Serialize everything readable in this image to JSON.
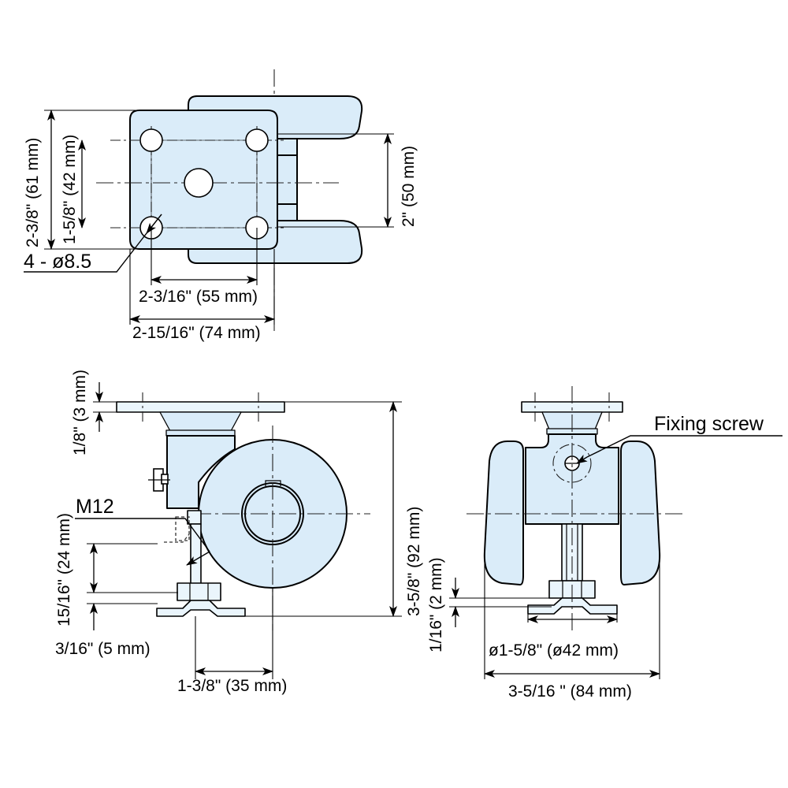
{
  "drawing": {
    "title": "Leveling caster technical drawing",
    "line_color": "#000000",
    "fill_color": "#daecf9",
    "plate_fill_color": "#eaf5fc",
    "background": "#ffffff"
  },
  "views": {
    "top": {
      "name": "top-view",
      "dimensions": {
        "overall_height": "2-3/8\" (61 mm)",
        "hole_spacing_vertical": "1-5/8\" (42 mm)",
        "hole_spacing_horizontal": "2-3/16\" (55 mm)",
        "overall_width": "2-15/16\" (74 mm)",
        "wheel_span": "2\" (50 mm)",
        "hole_note": "4 - ø8.5"
      }
    },
    "side": {
      "name": "side-view",
      "dimensions": {
        "plate_thickness": "1/8\" (3 mm)",
        "overall_height": "3-5/8\" (92 mm)",
        "thread_length": "15/16\" (24 mm)",
        "foot_clearance": "3/16\" (5 mm)",
        "foot_offset": "1-3/8\" (35 mm)",
        "thread_note": "M12"
      }
    },
    "front": {
      "name": "front-view",
      "dimensions": {
        "foot_gap": "1/16\" (2 mm)",
        "foot_diameter": "ø1-5/8\" (ø42 mm)",
        "overall_width": "3-5/16 \" (84 mm)",
        "screw_note": "Fixing screw"
      }
    }
  },
  "labels": {
    "top_overall_height": "2-3/8\" (61 mm)",
    "top_hole_v": "1-5/8\" (42 mm)",
    "top_hole_note": "4 - ø8.5",
    "top_hole_h": "2-3/16\" (55 mm)",
    "top_overall_width": "2-15/16\" (74 mm)",
    "top_wheel_span": "2\" (50 mm)",
    "side_plate_thickness": "1/8\" (3 mm)",
    "side_overall_height": "3-5/8\" (92 mm)",
    "side_thread_note": "M12",
    "side_thread_length": "15/16\" (24 mm)",
    "side_foot_clearance": "3/16\" (5 mm)",
    "side_foot_offset": "1-3/8\" (35 mm)",
    "front_foot_gap": "1/16\" (2 mm)",
    "front_foot_diameter": "ø1-5/8\" (ø42 mm)",
    "front_overall_width": "3-5/16 \" (84 mm)",
    "front_screw_note": "Fixing screw"
  }
}
